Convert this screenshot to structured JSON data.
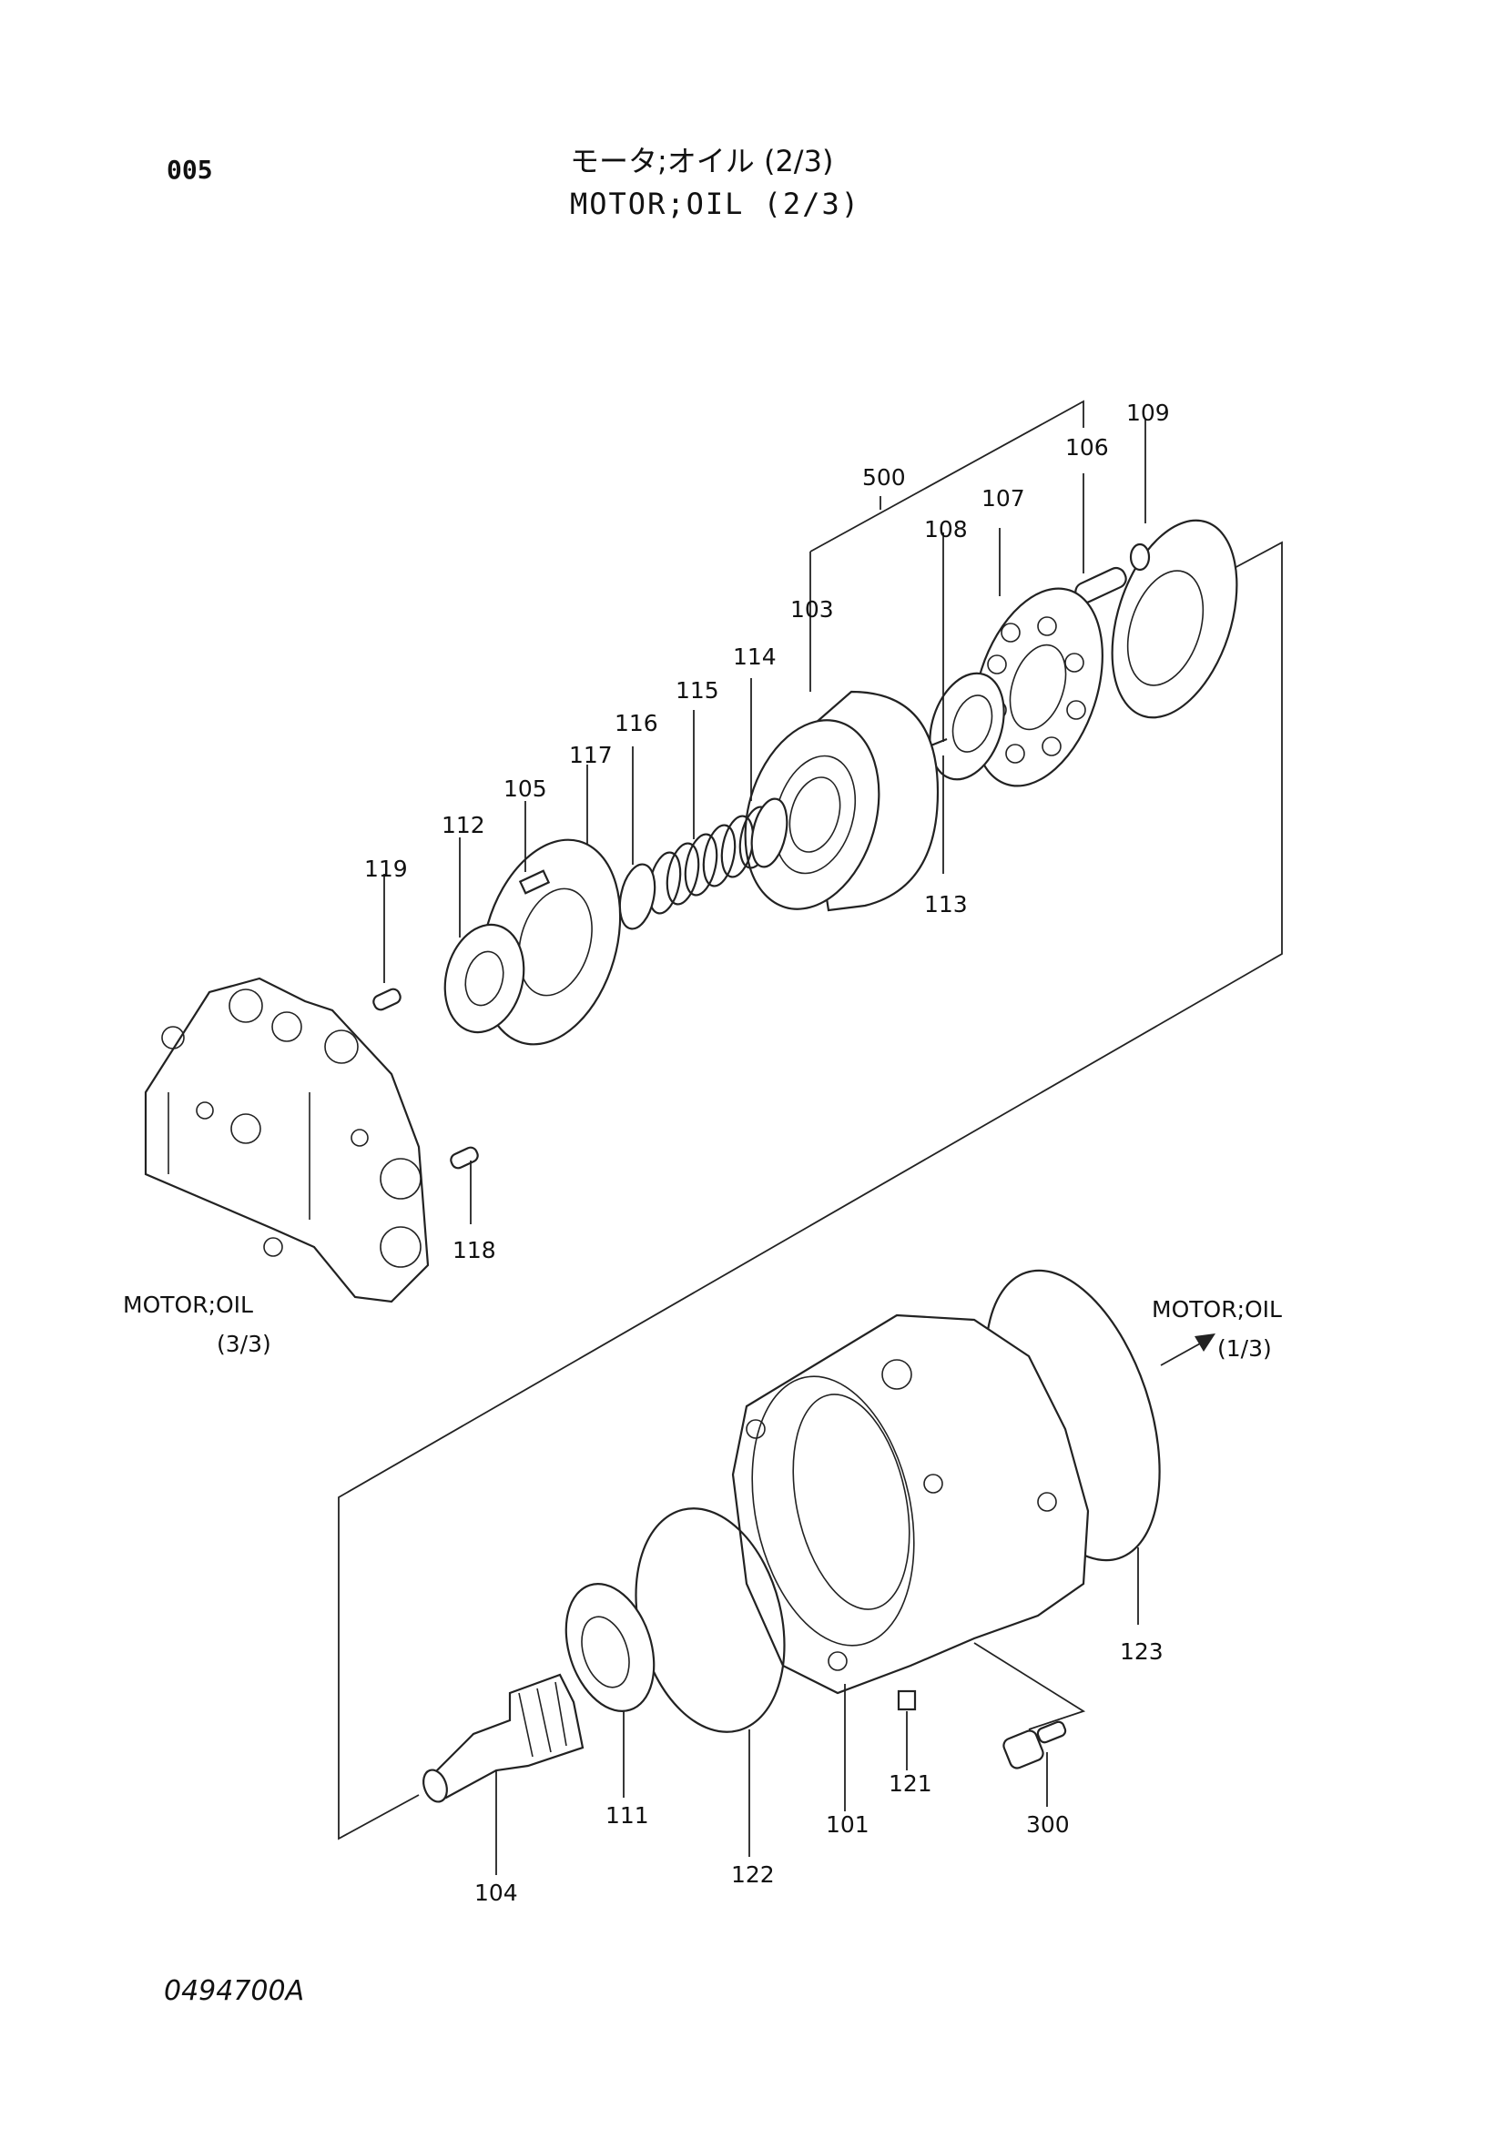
{
  "header": {
    "page_number": "005",
    "title_jp": "モータ;オイル (2/3)",
    "title_en": "MOTOR;OIL (2/3)"
  },
  "footer": {
    "drawing_number": "0494700A"
  },
  "callouts": {
    "p500": "500",
    "p109": "109",
    "p106": "106",
    "p107": "107",
    "p108": "108",
    "p103": "103",
    "p114": "114",
    "p115": "115",
    "p116": "116",
    "p117": "117",
    "p105": "105",
    "p112": "112",
    "p119": "119",
    "p113": "113",
    "p118": "118",
    "p123": "123",
    "p121": "121",
    "p300": "300",
    "p111": "111",
    "p101": "101",
    "p122": "122",
    "p104": "104"
  },
  "references": {
    "left_line1": "MOTOR;OIL",
    "left_line2": "(3/3)",
    "right_line1": "MOTOR;OIL",
    "right_line2": "(1/3)"
  }
}
